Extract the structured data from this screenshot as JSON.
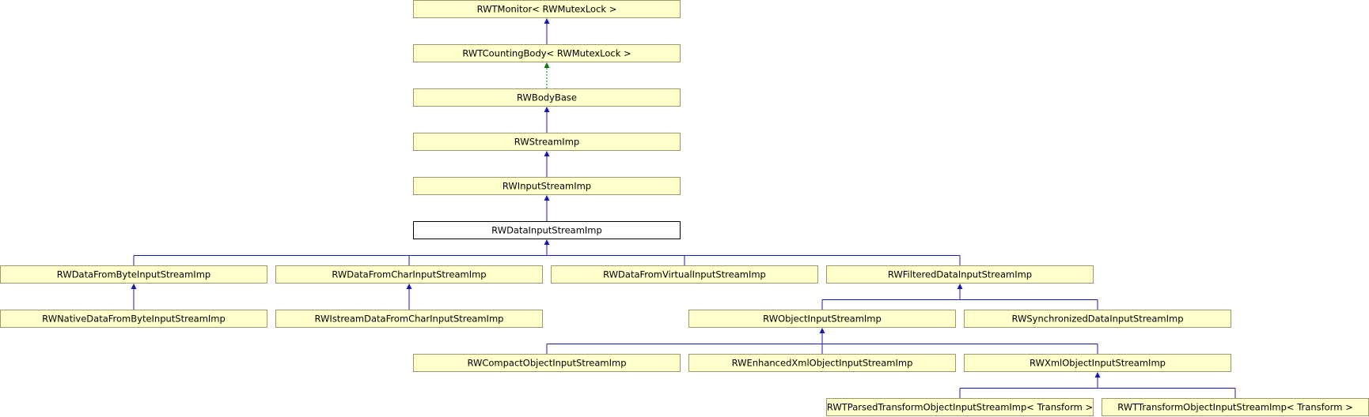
{
  "colors": {
    "node_fill": "#ffffcc",
    "node_stroke": "#9a9a6a",
    "current_fill": "#ffffff",
    "current_stroke": "#000000",
    "inherit_edge": "#1a1aa6",
    "template_edge": "#0a7a0a"
  },
  "nodes": [
    {
      "id": "monitor",
      "label": "RWTMonitor< RWMutexLock >"
    },
    {
      "id": "counting",
      "label": "RWTCountingBody< RWMutexLock >"
    },
    {
      "id": "bodybase",
      "label": "RWBodyBase"
    },
    {
      "id": "streamimp",
      "label": "RWStreamImp"
    },
    {
      "id": "inputstreamimp",
      "label": "RWInputStreamImp"
    },
    {
      "id": "datainputstreamimp",
      "label": "RWDataInputStreamImp",
      "current": true
    },
    {
      "id": "fromByte",
      "label": "RWDataFromByteInputStreamImp"
    },
    {
      "id": "fromChar",
      "label": "RWDataFromCharInputStreamImp"
    },
    {
      "id": "fromVirtual",
      "label": "RWDataFromVirtualInputStreamImp"
    },
    {
      "id": "filtered",
      "label": "RWFilteredDataInputStreamImp"
    },
    {
      "id": "nativeFromByte",
      "label": "RWNativeDataFromByteInputStreamImp"
    },
    {
      "id": "istreamFromChar",
      "label": "RWIstreamDataFromCharInputStreamImp"
    },
    {
      "id": "objectInput",
      "label": "RWObjectInputStreamImp"
    },
    {
      "id": "synchronized",
      "label": "RWSynchronizedDataInputStreamImp"
    },
    {
      "id": "compact",
      "label": "RWCompactObjectInputStreamImp"
    },
    {
      "id": "enhancedXml",
      "label": "RWEnhancedXmlObjectInputStreamImp"
    },
    {
      "id": "xmlObject",
      "label": "RWXmlObjectInputStreamImp"
    },
    {
      "id": "parsedTransform",
      "label": "RWTParsedTransformObjectInputStreamImp< Transform >"
    },
    {
      "id": "transform",
      "label": "RWTTransformObjectInputStreamImp< Transform >"
    }
  ],
  "edges": [
    {
      "from": "counting",
      "to": "monitor",
      "style": "solid"
    },
    {
      "from": "bodybase",
      "to": "counting",
      "style": "dashed"
    },
    {
      "from": "streamimp",
      "to": "bodybase",
      "style": "solid"
    },
    {
      "from": "inputstreamimp",
      "to": "streamimp",
      "style": "solid"
    },
    {
      "from": "datainputstreamimp",
      "to": "inputstreamimp",
      "style": "solid"
    },
    {
      "from": "fromByte",
      "to": "datainputstreamimp",
      "style": "solid"
    },
    {
      "from": "fromChar",
      "to": "datainputstreamimp",
      "style": "solid"
    },
    {
      "from": "fromVirtual",
      "to": "datainputstreamimp",
      "style": "solid"
    },
    {
      "from": "filtered",
      "to": "datainputstreamimp",
      "style": "solid"
    },
    {
      "from": "nativeFromByte",
      "to": "fromByte",
      "style": "solid"
    },
    {
      "from": "istreamFromChar",
      "to": "fromChar",
      "style": "solid"
    },
    {
      "from": "objectInput",
      "to": "filtered",
      "style": "solid"
    },
    {
      "from": "synchronized",
      "to": "filtered",
      "style": "solid"
    },
    {
      "from": "compact",
      "to": "objectInput",
      "style": "solid"
    },
    {
      "from": "enhancedXml",
      "to": "objectInput",
      "style": "solid"
    },
    {
      "from": "xmlObject",
      "to": "objectInput",
      "style": "solid"
    },
    {
      "from": "parsedTransform",
      "to": "xmlObject",
      "style": "solid"
    },
    {
      "from": "transform",
      "to": "xmlObject",
      "style": "solid"
    }
  ]
}
